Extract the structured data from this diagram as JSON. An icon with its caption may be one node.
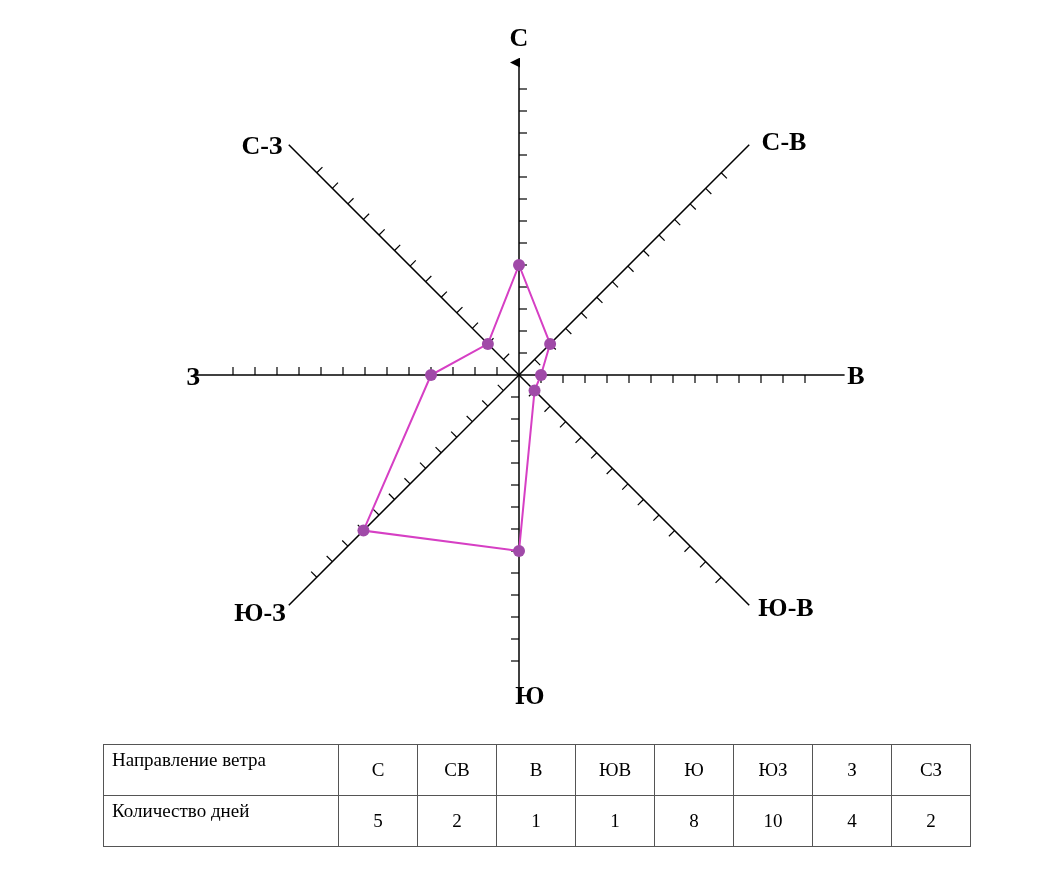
{
  "diagram": {
    "labels": [
      "С",
      "С-З",
      "С-В",
      "З",
      "В",
      "Ю-З",
      "Ю-В",
      "Ю",
      "Направление ветра",
      "С",
      "СВ",
      "В",
      "ЮВ",
      "Ю",
      "ЮЗ",
      "З",
      "СЗ",
      "Количество дней",
      "5",
      "2",
      "1",
      "1",
      "8",
      "10",
      "4",
      "2"
    ]
  }
}
